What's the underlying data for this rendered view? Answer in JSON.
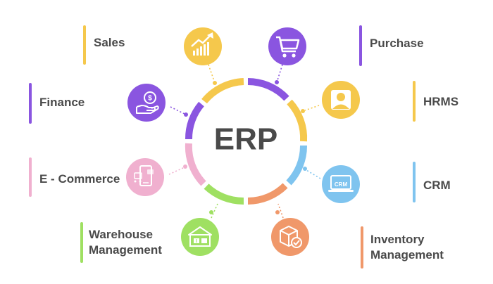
{
  "center": {
    "title": "ERP"
  },
  "modules": [
    {
      "key": "sales",
      "label": "Sales",
      "color": "#f5c84c",
      "icon": "growth-chart-icon"
    },
    {
      "key": "purchase",
      "label": "Purchase",
      "color": "#8a55e0",
      "icon": "shopping-cart-icon"
    },
    {
      "key": "hrms",
      "label": "HRMS",
      "color": "#f5c84c",
      "icon": "user-icon"
    },
    {
      "key": "crm",
      "label": "CRM",
      "color": "#7fc4ef",
      "icon": "crm-laptop-icon",
      "icon_text": "CRM"
    },
    {
      "key": "inventory",
      "label": "Inventory Management",
      "color": "#f0986a",
      "icon": "box-check-icon"
    },
    {
      "key": "warehouse",
      "label": "Warehouse Management",
      "color": "#9fe062",
      "icon": "warehouse-icon"
    },
    {
      "key": "ecommerce",
      "label": "E - Commerce",
      "color": "#f0b0cf",
      "icon": "mobile-shopping-icon"
    },
    {
      "key": "finance",
      "label": "Finance",
      "color": "#8a55e0",
      "icon": "money-hand-icon"
    }
  ]
}
